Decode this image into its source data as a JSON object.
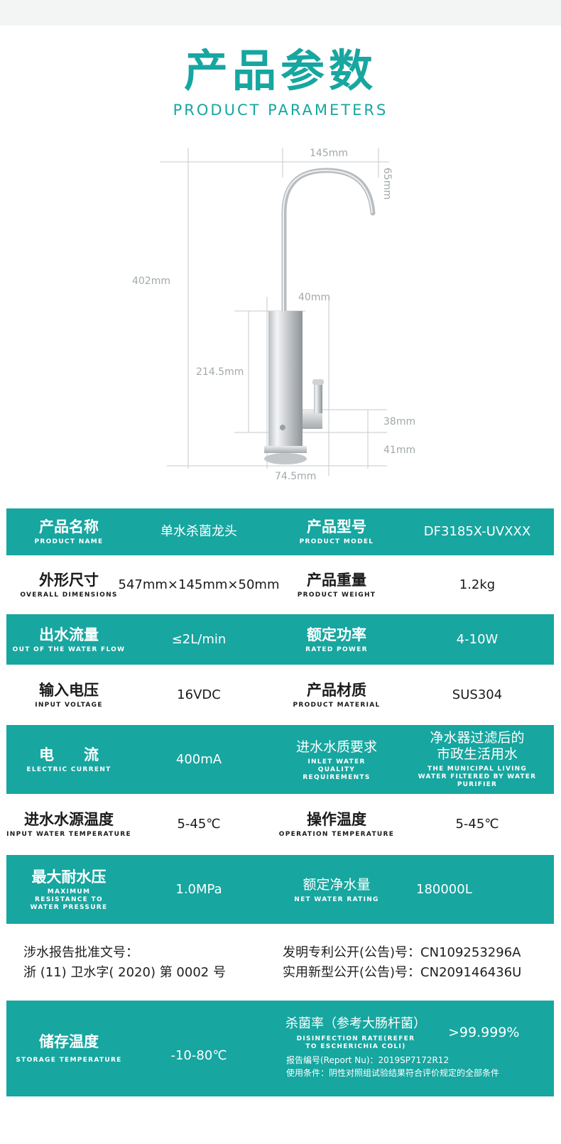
{
  "header": {
    "title_cn": "产品参数",
    "title_en": "PRODUCT PARAMETERS"
  },
  "dimensions": {
    "top_width": "145mm",
    "spout_drop": "65mm",
    "total_height": "402mm",
    "body_width": "40mm",
    "body_height": "214.5mm",
    "handle_height": "38mm",
    "base_height": "41mm",
    "base_width": "74.5mm"
  },
  "specs": {
    "r1": {
      "l_cn": "产品名称",
      "l_en": "PRODUCT NAME",
      "l_val": "单水杀菌龙头",
      "r_cn": "产品型号",
      "r_en": "PRODUCT MODEL",
      "r_val": "DF3185X-UVXXX"
    },
    "r2": {
      "l_cn": "外形尺寸",
      "l_en": "OVERALL DIMENSIONS",
      "l_val": "547mm×145mm×50mm",
      "r_cn": "产品重量",
      "r_en": "PRODUCT WEIGHT",
      "r_val": "1.2kg"
    },
    "r3": {
      "l_cn": "出水流量",
      "l_en": "OUT OF THE WATER FLOW",
      "l_val": "≤2L/min",
      "r_cn": "额定功率",
      "r_en": "RATED POWER",
      "r_val": "4-10W"
    },
    "r4": {
      "l_cn": "输入电压",
      "l_en": "INPUT VOLTAGE",
      "l_val": "16VDC",
      "r_cn": "产品材质",
      "r_en": "PRODUCT MATERIAL",
      "r_val": "SUS304"
    },
    "r5": {
      "l_cn": "电　　流",
      "l_en": "ELECTRIC CURRENT",
      "l_val": "400mA",
      "r_cn": "进水水质要求",
      "r_en": "INLET WATER QUALITY REQUIREMENTS",
      "r_val_cn": "净水器过滤后的\n市政生活用水",
      "r_val_en": "THE MUNICIPAL LIVING WATER FILTERED BY WATER PURIFIER"
    },
    "r6": {
      "l_cn": "进水水源温度",
      "l_en": "INPUT WATER TEMPERATURE",
      "l_val": "5-45℃",
      "r_cn": "操作温度",
      "r_en": "OPERATION TEMPERATURE",
      "r_val": "5-45℃"
    },
    "r7": {
      "l_cn": "最大耐水压",
      "l_en": "MAXIMUM RESISTANCE TO WATER PRESSURE",
      "l_val": "1.0MPa",
      "r_cn": "额定净水量",
      "r_en": "NET WATER RATING",
      "r_val": "180000L"
    }
  },
  "approvals": {
    "left_line1": "涉水报告批准文号：",
    "left_line2": "浙 (11) 卫水字( 2020) 第 0002 号",
    "right_line1": "发明专利公开(公告)号：CN109253296A",
    "right_line2": "实用新型公开(公告)号：CN209146436U"
  },
  "storage": {
    "l_cn": "储存温度",
    "l_en": "STORAGE TEMPERATURE",
    "l_val": "-10-80℃",
    "r_cn": "杀菌率（参考大肠杆菌）",
    "r_en": "DISINFECTION RATE(REFER TO ESCHERICHIA COLI)",
    "r_val": ">99.999%",
    "report": "报告编号(Report Nu)：2019SP7172R12",
    "condition": "使用条件：阴性对照组试验结果符合评价规定的全部条件"
  },
  "colors": {
    "teal": "#17a6a0",
    "text": "#1e1e1e",
    "dim": "#a2a8ab"
  }
}
